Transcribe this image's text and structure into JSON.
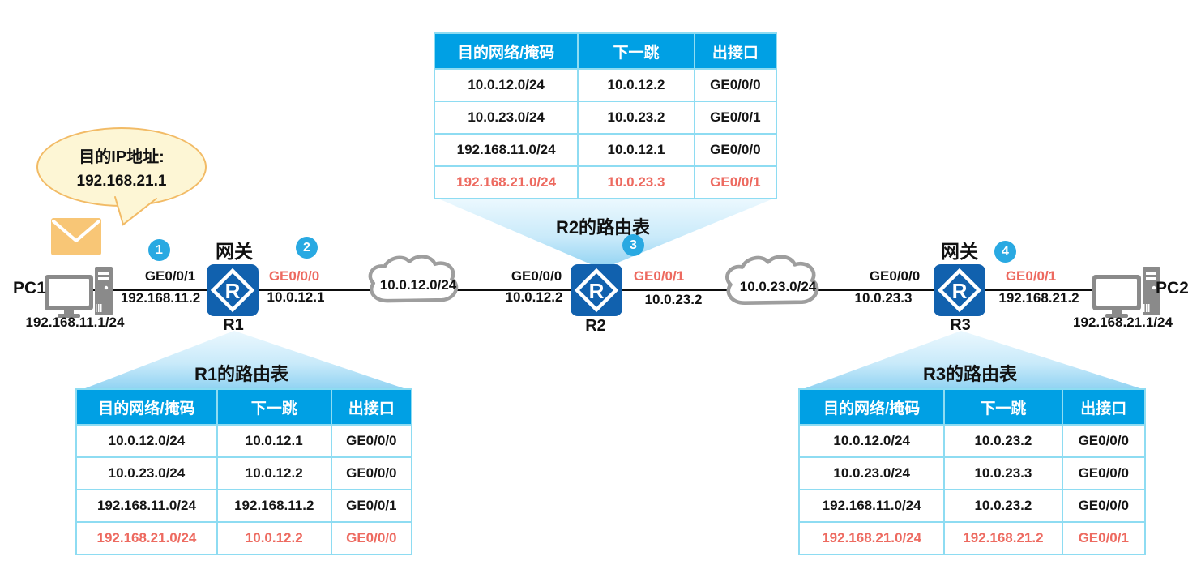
{
  "callout": {
    "line1": "目的IP地址:",
    "line2": "192.168.21.1"
  },
  "badges": {
    "b1": "1",
    "b2": "2",
    "b3": "3",
    "b4": "4"
  },
  "devices": {
    "pc1": {
      "name": "PC1",
      "ip": "192.168.11.1/24"
    },
    "pc2": {
      "name": "PC2",
      "ip": "192.168.21.1/24"
    },
    "r1": {
      "name": "R1",
      "role": "网关"
    },
    "r2": {
      "name": "R2"
    },
    "r3": {
      "name": "R3",
      "role": "网关"
    }
  },
  "interfaces": {
    "r1_left": {
      "name": "GE0/0/1",
      "ip": "192.168.11.2"
    },
    "r1_right": {
      "name": "GE0/0/0",
      "ip": "10.0.12.1"
    },
    "r2_left": {
      "name": "GE0/0/0",
      "ip": "10.0.12.2"
    },
    "r2_right": {
      "name": "GE0/0/1",
      "ip": "10.0.23.2"
    },
    "r3_left": {
      "name": "GE0/0/0",
      "ip": "10.0.23.3"
    },
    "r3_right": {
      "name": "GE0/0/1",
      "ip": "192.168.21.2"
    }
  },
  "networks": {
    "cloud1": "10.0.12.0/24",
    "cloud2": "10.0.23.0/24"
  },
  "route_tables": {
    "headers": [
      "目的网络/掩码",
      "下一跳",
      "出接口"
    ],
    "r1": {
      "title": "R1的路由表",
      "rows": [
        [
          "10.0.12.0/24",
          "10.0.12.1",
          "GE0/0/0"
        ],
        [
          "10.0.23.0/24",
          "10.0.12.2",
          "GE0/0/0"
        ],
        [
          "192.168.11.0/24",
          "192.168.11.2",
          "GE0/0/1"
        ],
        [
          "192.168.21.0/24",
          "10.0.12.2",
          "GE0/0/0"
        ]
      ],
      "highlight_row": 3
    },
    "r2": {
      "title": "R2的路由表",
      "rows": [
        [
          "10.0.12.0/24",
          "10.0.12.2",
          "GE0/0/0"
        ],
        [
          "10.0.23.0/24",
          "10.0.23.2",
          "GE0/0/1"
        ],
        [
          "192.168.11.0/24",
          "10.0.12.1",
          "GE0/0/0"
        ],
        [
          "192.168.21.0/24",
          "10.0.23.3",
          "GE0/0/1"
        ]
      ],
      "highlight_row": 3
    },
    "r3": {
      "title": "R3的路由表",
      "rows": [
        [
          "10.0.12.0/24",
          "10.0.23.2",
          "GE0/0/0"
        ],
        [
          "10.0.23.0/24",
          "10.0.23.3",
          "GE0/0/0"
        ],
        [
          "192.168.11.0/24",
          "10.0.23.2",
          "GE0/0/0"
        ],
        [
          "192.168.21.0/24",
          "192.168.21.2",
          "GE0/0/1"
        ]
      ],
      "highlight_row": 3
    }
  },
  "colors": {
    "table_header": "#00A0E4",
    "highlight_red": "#ED6A60",
    "router_blue": "#1161AE",
    "badge_blue": "#29A9E2",
    "bubble_fill": "#FDF6D5",
    "bubble_border": "#F2BB66",
    "envelope": "#F8C676"
  }
}
